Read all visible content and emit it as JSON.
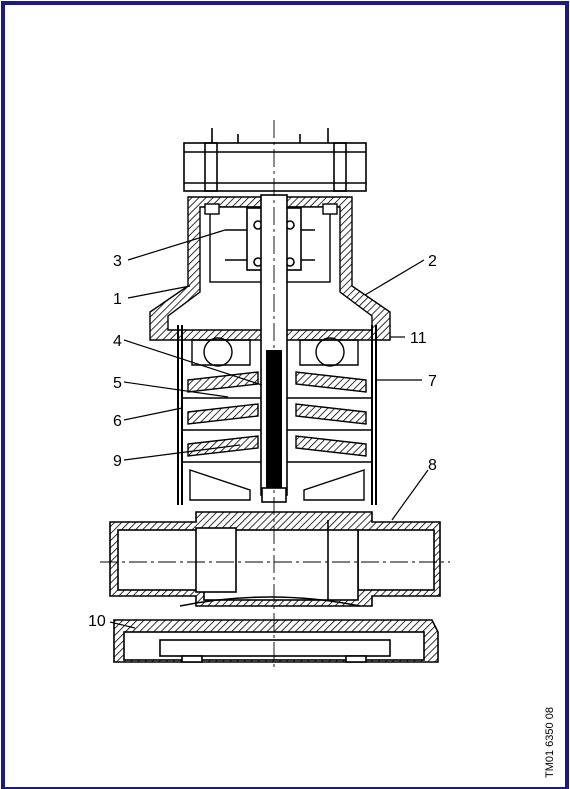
{
  "figure": {
    "border_color": "#1a1a80",
    "callouts": [
      "1",
      "2",
      "3",
      "4",
      "5",
      "6",
      "7",
      "8",
      "9",
      "10",
      "11"
    ],
    "document_code": "TM01 6350 08"
  }
}
